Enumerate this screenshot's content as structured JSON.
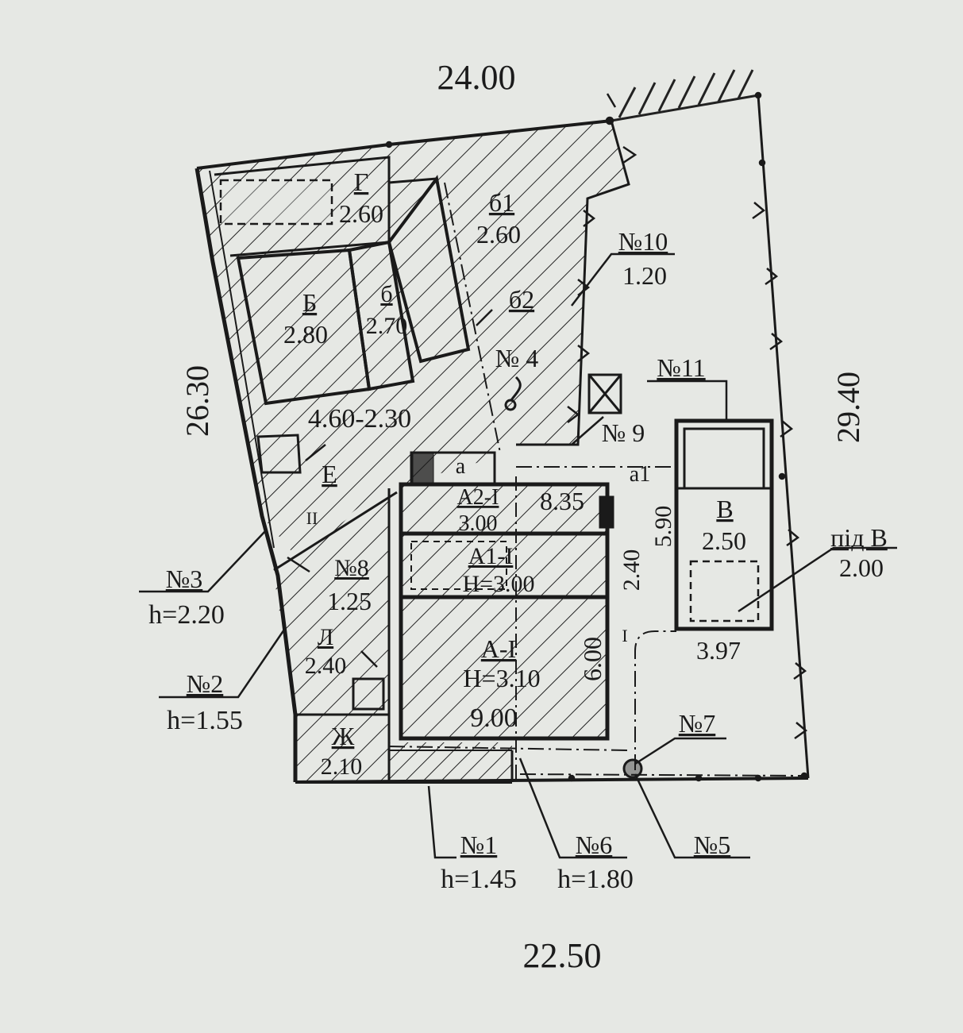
{
  "plan": {
    "dimensions": {
      "top": "24.00",
      "left": "26.30",
      "right": "29.40",
      "bottom": "22.50",
      "inner_span": "4.60-2.30",
      "a_width": "9.00",
      "a_depth": "6.00",
      "a_total": "8.35",
      "a1_depth": "2.40",
      "v_depth": "5.90",
      "v_width": "3.97"
    },
    "buildings": [
      {
        "id": "G",
        "letter": "Г",
        "height": "2.60"
      },
      {
        "id": "b1",
        "letter": "б1",
        "height": "2.60"
      },
      {
        "id": "B",
        "letter": "Б",
        "height": "2.80"
      },
      {
        "id": "b",
        "letter": "б",
        "height": "2.70"
      },
      {
        "id": "b2",
        "letter": "б2",
        "height": ""
      },
      {
        "id": "A2",
        "letter": "А2-I",
        "height": "3.00"
      },
      {
        "id": "A1",
        "letter": "А1-I",
        "height": "H=3.00"
      },
      {
        "id": "A",
        "letter": "А-I",
        "height": "H=3.10"
      },
      {
        "id": "V",
        "letter": "В",
        "height": "2.50"
      },
      {
        "id": "pidV",
        "letter": "під В",
        "height": "2.00"
      },
      {
        "id": "L",
        "letter": "Л",
        "height": "2.40"
      },
      {
        "id": "Zh",
        "letter": "Ж",
        "height": "2.10"
      },
      {
        "id": "E",
        "letter": "Е",
        "height": ""
      }
    ],
    "small_labels": {
      "a": "а",
      "a1": "а1",
      "roman_left": "II",
      "roman_right": "I"
    },
    "items": [
      {
        "num": "№1",
        "h": "h=1.45"
      },
      {
        "num": "№2",
        "h": "h=1.55"
      },
      {
        "num": "№3",
        "h": "h=2.20"
      },
      {
        "num": "№ 4",
        "h": ""
      },
      {
        "num": "№5",
        "h": ""
      },
      {
        "num": "№6",
        "h": "h=1.80"
      },
      {
        "num": "№7",
        "h": ""
      },
      {
        "num": "№8",
        "h": "1.25"
      },
      {
        "num": "№ 9",
        "h": ""
      },
      {
        "num": "№10",
        "h": "1.20"
      },
      {
        "num": "№11",
        "h": ""
      }
    ]
  }
}
